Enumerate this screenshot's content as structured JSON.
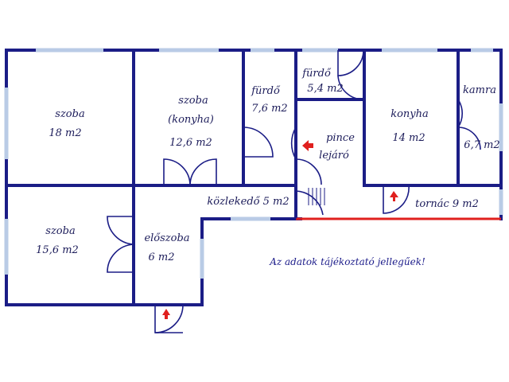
{
  "rooms": {
    "szoba_top": {
      "name": "szoba",
      "area": "18 m2"
    },
    "szoba_konyha": {
      "name": "szoba",
      "name2": "(konyha)",
      "area": "12,6 m2"
    },
    "furdo_a": {
      "name": "fürdő",
      "area": "7,6 m2"
    },
    "furdo_b": {
      "name": "fürdő",
      "area": "5,4 m2"
    },
    "pince": {
      "name": "pince",
      "name2": "lejáró"
    },
    "konyha": {
      "name": "konyha",
      "area": "14 m2"
    },
    "kamra": {
      "name": "kamra",
      "area": "6,7 m2"
    },
    "kozlekedo": {
      "label": "közlekedő 5 m2"
    },
    "tornac": {
      "label": "tornác 9 m2"
    },
    "szoba_bottom": {
      "name": "szoba",
      "area": "15,6 m2"
    },
    "eloszoba": {
      "name": "előszoba",
      "area": "6 m2"
    }
  },
  "note": "Az adatok tájékoztató jellegűek!",
  "colors": {
    "wall": "#1b1d86",
    "window": "#b9cbe6",
    "tornac_edge": "#e0201e",
    "arrow": "#e0201e"
  },
  "icons": [
    "entry-arrow-icon"
  ]
}
